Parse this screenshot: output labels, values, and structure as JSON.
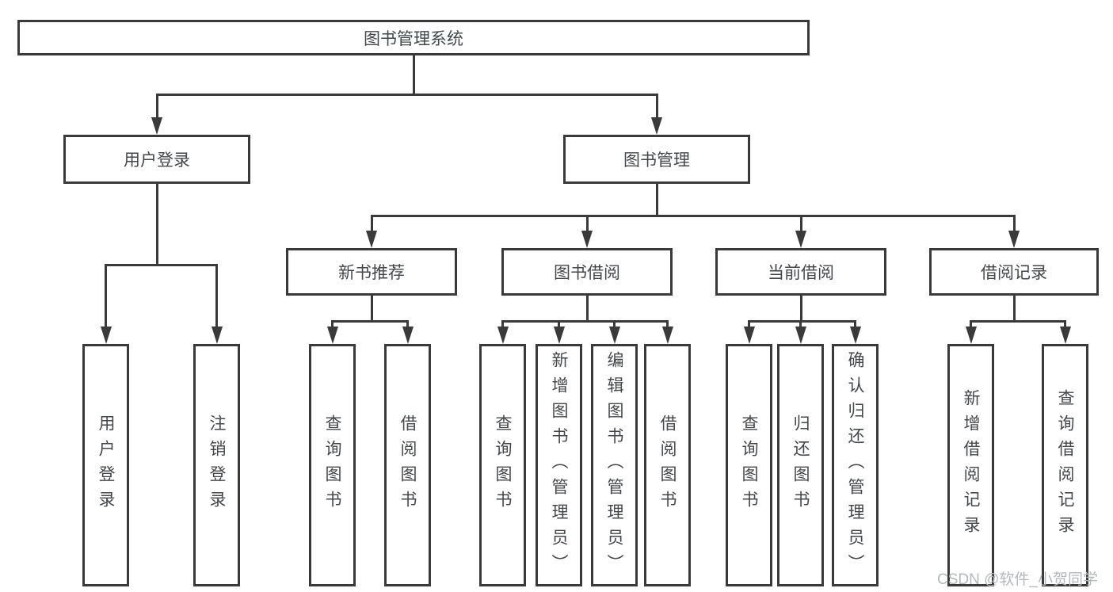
{
  "colors": {
    "line": "#3a3a3a",
    "text": "#44474a",
    "background": "#ffffff",
    "watermark": "#b4b8bb"
  },
  "tree": {
    "root": "图书管理系统",
    "branches": [
      {
        "label": "用户登录",
        "children": [
          "用户登录",
          "注销登录"
        ]
      },
      {
        "label": "图书管理",
        "sections": [
          {
            "label": "新书推荐",
            "children": [
              "查询图书",
              "借阅图书"
            ]
          },
          {
            "label": "图书借阅",
            "children": [
              "查询图书",
              "新增图书（管理员）",
              "编辑图书（管理员）",
              "借阅图书"
            ]
          },
          {
            "label": "当前借阅",
            "children": [
              "查询图书",
              "归还图书",
              "确认归还（管理员）"
            ]
          },
          {
            "label": "借阅记录",
            "children": [
              "新增借阅记录",
              "查询借阅记录"
            ]
          }
        ]
      }
    ]
  },
  "watermark": {
    "text": "CSDN @软件_小贺同学"
  }
}
